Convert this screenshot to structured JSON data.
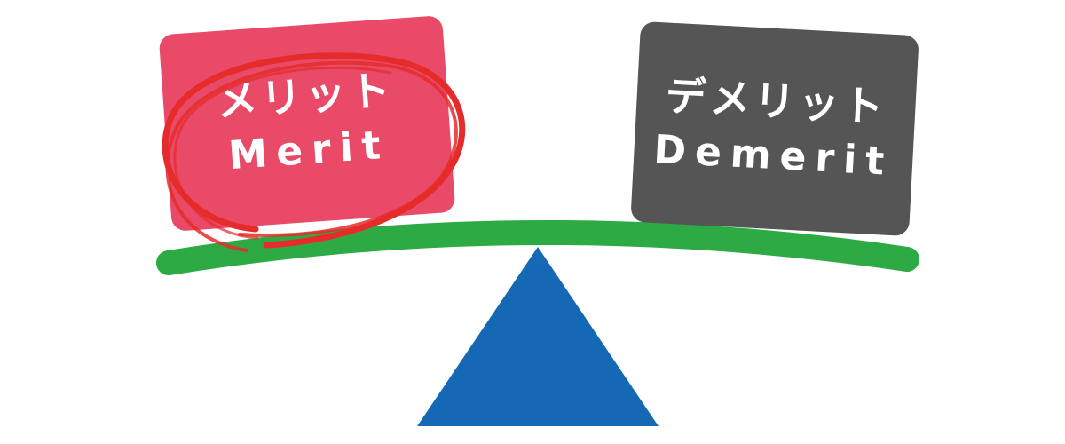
{
  "colors": {
    "background": "#ffffff",
    "merit_card": "#e84a68",
    "demerit_card": "#555555",
    "beam": "#2eaa45",
    "fulcrum": "#1568b4",
    "circle": "#e62b2b",
    "card_text": "#ffffff"
  },
  "merit": {
    "label_jp": "メリット",
    "label_en": "Merit",
    "circled": true
  },
  "demerit": {
    "label_jp": "デメリット",
    "label_en": "Demerit"
  },
  "icons": {
    "beam": "seesaw-beam",
    "fulcrum": "triangle-fulcrum",
    "highlight": "hand-drawn-circle"
  }
}
